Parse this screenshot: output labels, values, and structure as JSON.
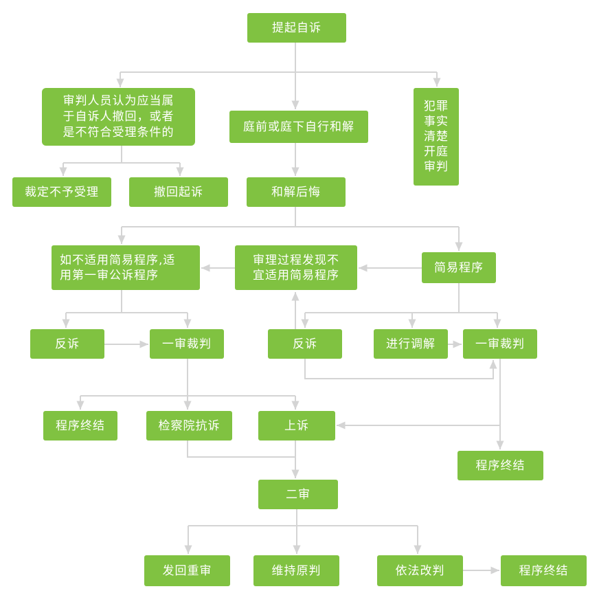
{
  "colors": {
    "node_fill": "#80c241",
    "node_text": "#ffffff",
    "connector": "#d4d4d4"
  },
  "nodes": {
    "start": "提起自诉",
    "withdrawal_or_unqualified": "审判人员认为应当属\n于自诉人撤回，或者\n是不符合受理条件的",
    "pretrial_settlement": "庭前或庭下自行和解",
    "facts_clear": "犯罪\n事实\n清楚\n开庭\n审判",
    "ruling_not_accept": "裁定不予受理",
    "withdraw_suit": "撤回起诉",
    "regret_settlement": "和解后悔",
    "non_simplified_public": "如不适用简易程序,适\n用第一审公诉程序",
    "found_unsuitable": "审理过程发现不\n宜适用简易程序",
    "simplified_procedure": "简易程序",
    "counterclaim_left": "反诉",
    "first_instance_left": "一审裁判",
    "counterclaim_mid": "反诉",
    "mediation": "进行调解",
    "first_instance_right": "一审裁判",
    "terminate_left": "程序终结",
    "procuratorate_protest": "检察院抗诉",
    "appeal": "上诉",
    "terminate_right": "程序终结",
    "second_instance": "二审",
    "remand_retrial": "发回重审",
    "uphold_original": "维持原判",
    "amend_by_law": "依法改判",
    "terminate_bottom": "程序终结"
  }
}
